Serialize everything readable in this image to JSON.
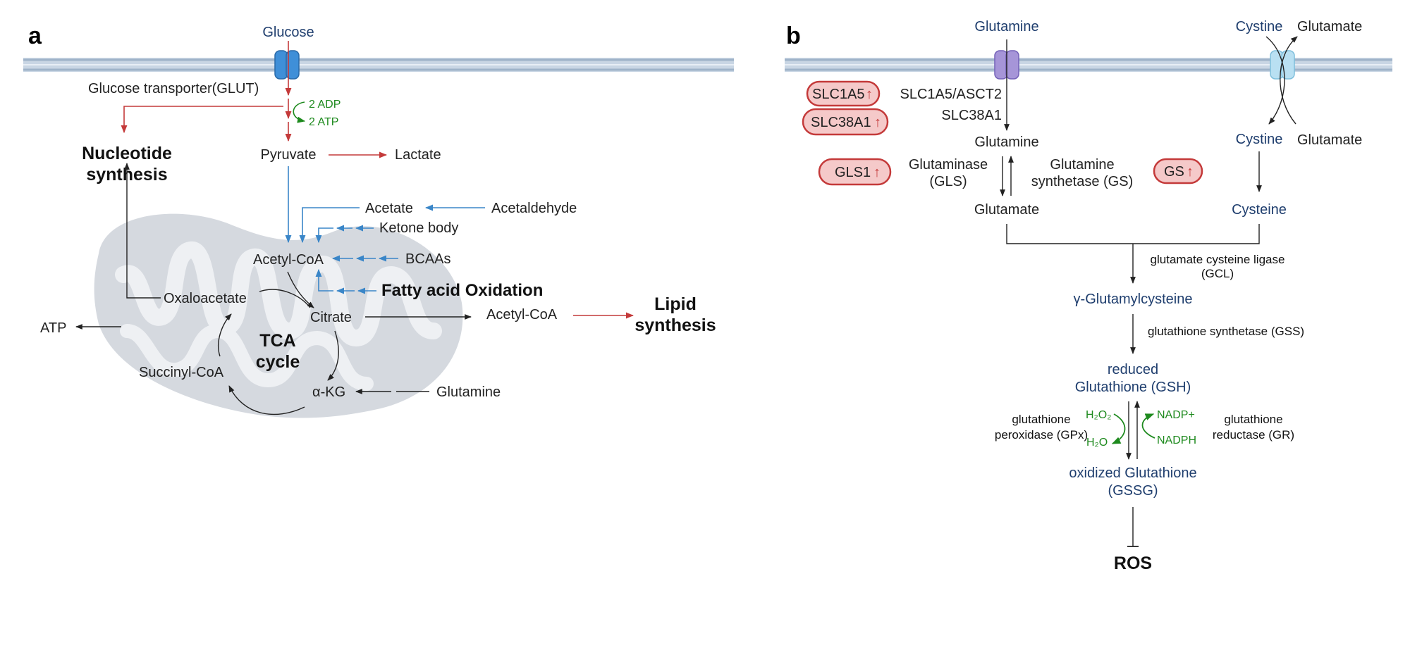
{
  "panels": {
    "a": "a",
    "b": "b"
  },
  "panel_a": {
    "glucose": "Glucose",
    "glut": "Glucose transporter(GLUT)",
    "adp": "2 ADP",
    "atp2": "2 ATP",
    "nucleotide_1": "Nucleotide",
    "nucleotide_2": "synthesis",
    "pyruvate": "Pyruvate",
    "lactate": "Lactate",
    "acetate": "Acetate",
    "acetaldehyde": "Acetaldehyde",
    "ketone": "Ketone body",
    "acetyl_coa": "Acetyl-CoA",
    "bcaas": "BCAAs",
    "fao": "Fatty acid Oxidation",
    "oxaloacetate": "Oxaloacetate",
    "citrate": "Citrate",
    "acetyl_coa_out": "Acetyl-CoA",
    "lipid_1": "Lipid",
    "lipid_2": "synthesis",
    "atp": "ATP",
    "tca_1": "TCA",
    "tca_2": "cycle",
    "succinyl": "Succinyl-CoA",
    "akg": "α-KG",
    "glutamine": "Glutamine"
  },
  "panel_b": {
    "glutamine_top": "Glutamine",
    "cystine_top": "Cystine",
    "glutamate_top": "Glutamate",
    "badge_slc1a5": "SLC1A5",
    "badge_slc38a1": "SLC38A1",
    "badge_gls1": "GLS1",
    "badge_gs": "GS",
    "up_arrow": "↑",
    "slc1a5_asct2": "SLC1A5/ASCT2",
    "slc38a1": "SLC38A1",
    "glutamine_in": "Glutamine",
    "cystine_in": "Cystine",
    "glutamate_in": "Glutamate",
    "glutaminase_1": "Glutaminase",
    "glutaminase_2": "(GLS)",
    "gs_1": "Glutamine",
    "gs_2": "synthetase (GS)",
    "glutamate": "Glutamate",
    "cysteine": "Cysteine",
    "gcl_1": "glutamate cysteine ligase",
    "gcl_2": "(GCL)",
    "gamma": "γ-Glutamylcysteine",
    "gss": "glutathione synthetase (GSS)",
    "gsh_1": "reduced",
    "gsh_2": "Glutathione (GSH)",
    "gpx_1": "glutathione",
    "gpx_2": "peroxidase (GPx)",
    "h2o2": "H₂O₂",
    "h2o": "H₂O",
    "nadp": "NADP+",
    "nadph": "NADPH",
    "gr_1": "glutathione",
    "gr_2": "reductase (GR)",
    "gssg_1": "oxidized Glutathione",
    "gssg_2": "(GSSG)",
    "ros": "ROS"
  },
  "colors": {
    "red": "#c43a3a",
    "blue": "#3a86c8",
    "green": "#1e8a1e",
    "navy": "#1f3e6e",
    "membrane": "#b6c6d8",
    "mito": "#d5d9df"
  }
}
